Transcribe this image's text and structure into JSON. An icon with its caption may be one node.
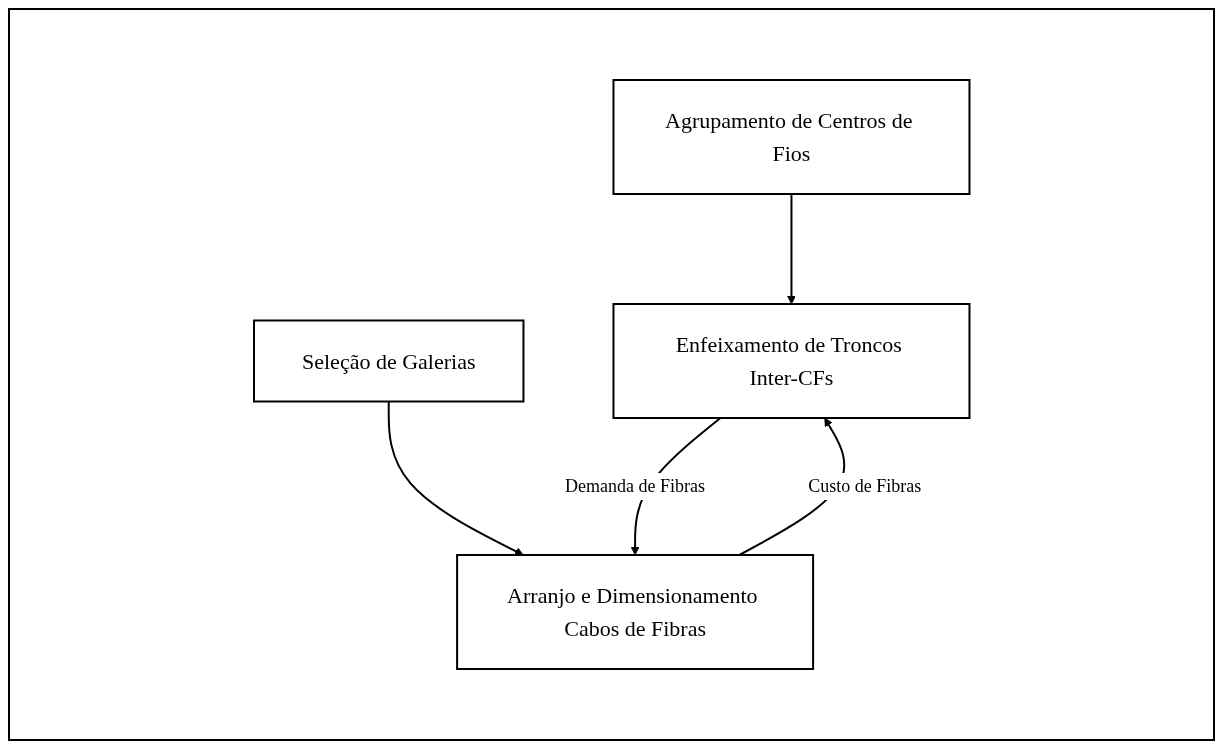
{
  "diagram": {
    "nodes": [
      {
        "text": [
          "Agrupamento de Centros de Fios"
        ]
      },
      {
        "text": [
          "Seleção de Galerias"
        ]
      },
      {
        "text": [
          "Enfeixamento de Troncos Inter-CFs"
        ]
      },
      {
        "text": [
          "Arranjo e Dimensionamento Cabos de Fibras"
        ]
      }
    ],
    "edges": [
      {
        "from": 0,
        "to": 2,
        "arrow": "to"
      },
      {
        "from": 1,
        "to": 3,
        "arrow": "to"
      },
      {
        "from": 3,
        "to": 2,
        "arrow": "to",
        "label": "Custo de Fibras"
      },
      {
        "from": 2,
        "to": 3,
        "arrow": "to",
        "label": "Demanda de Fibras"
      }
    ]
  }
}
